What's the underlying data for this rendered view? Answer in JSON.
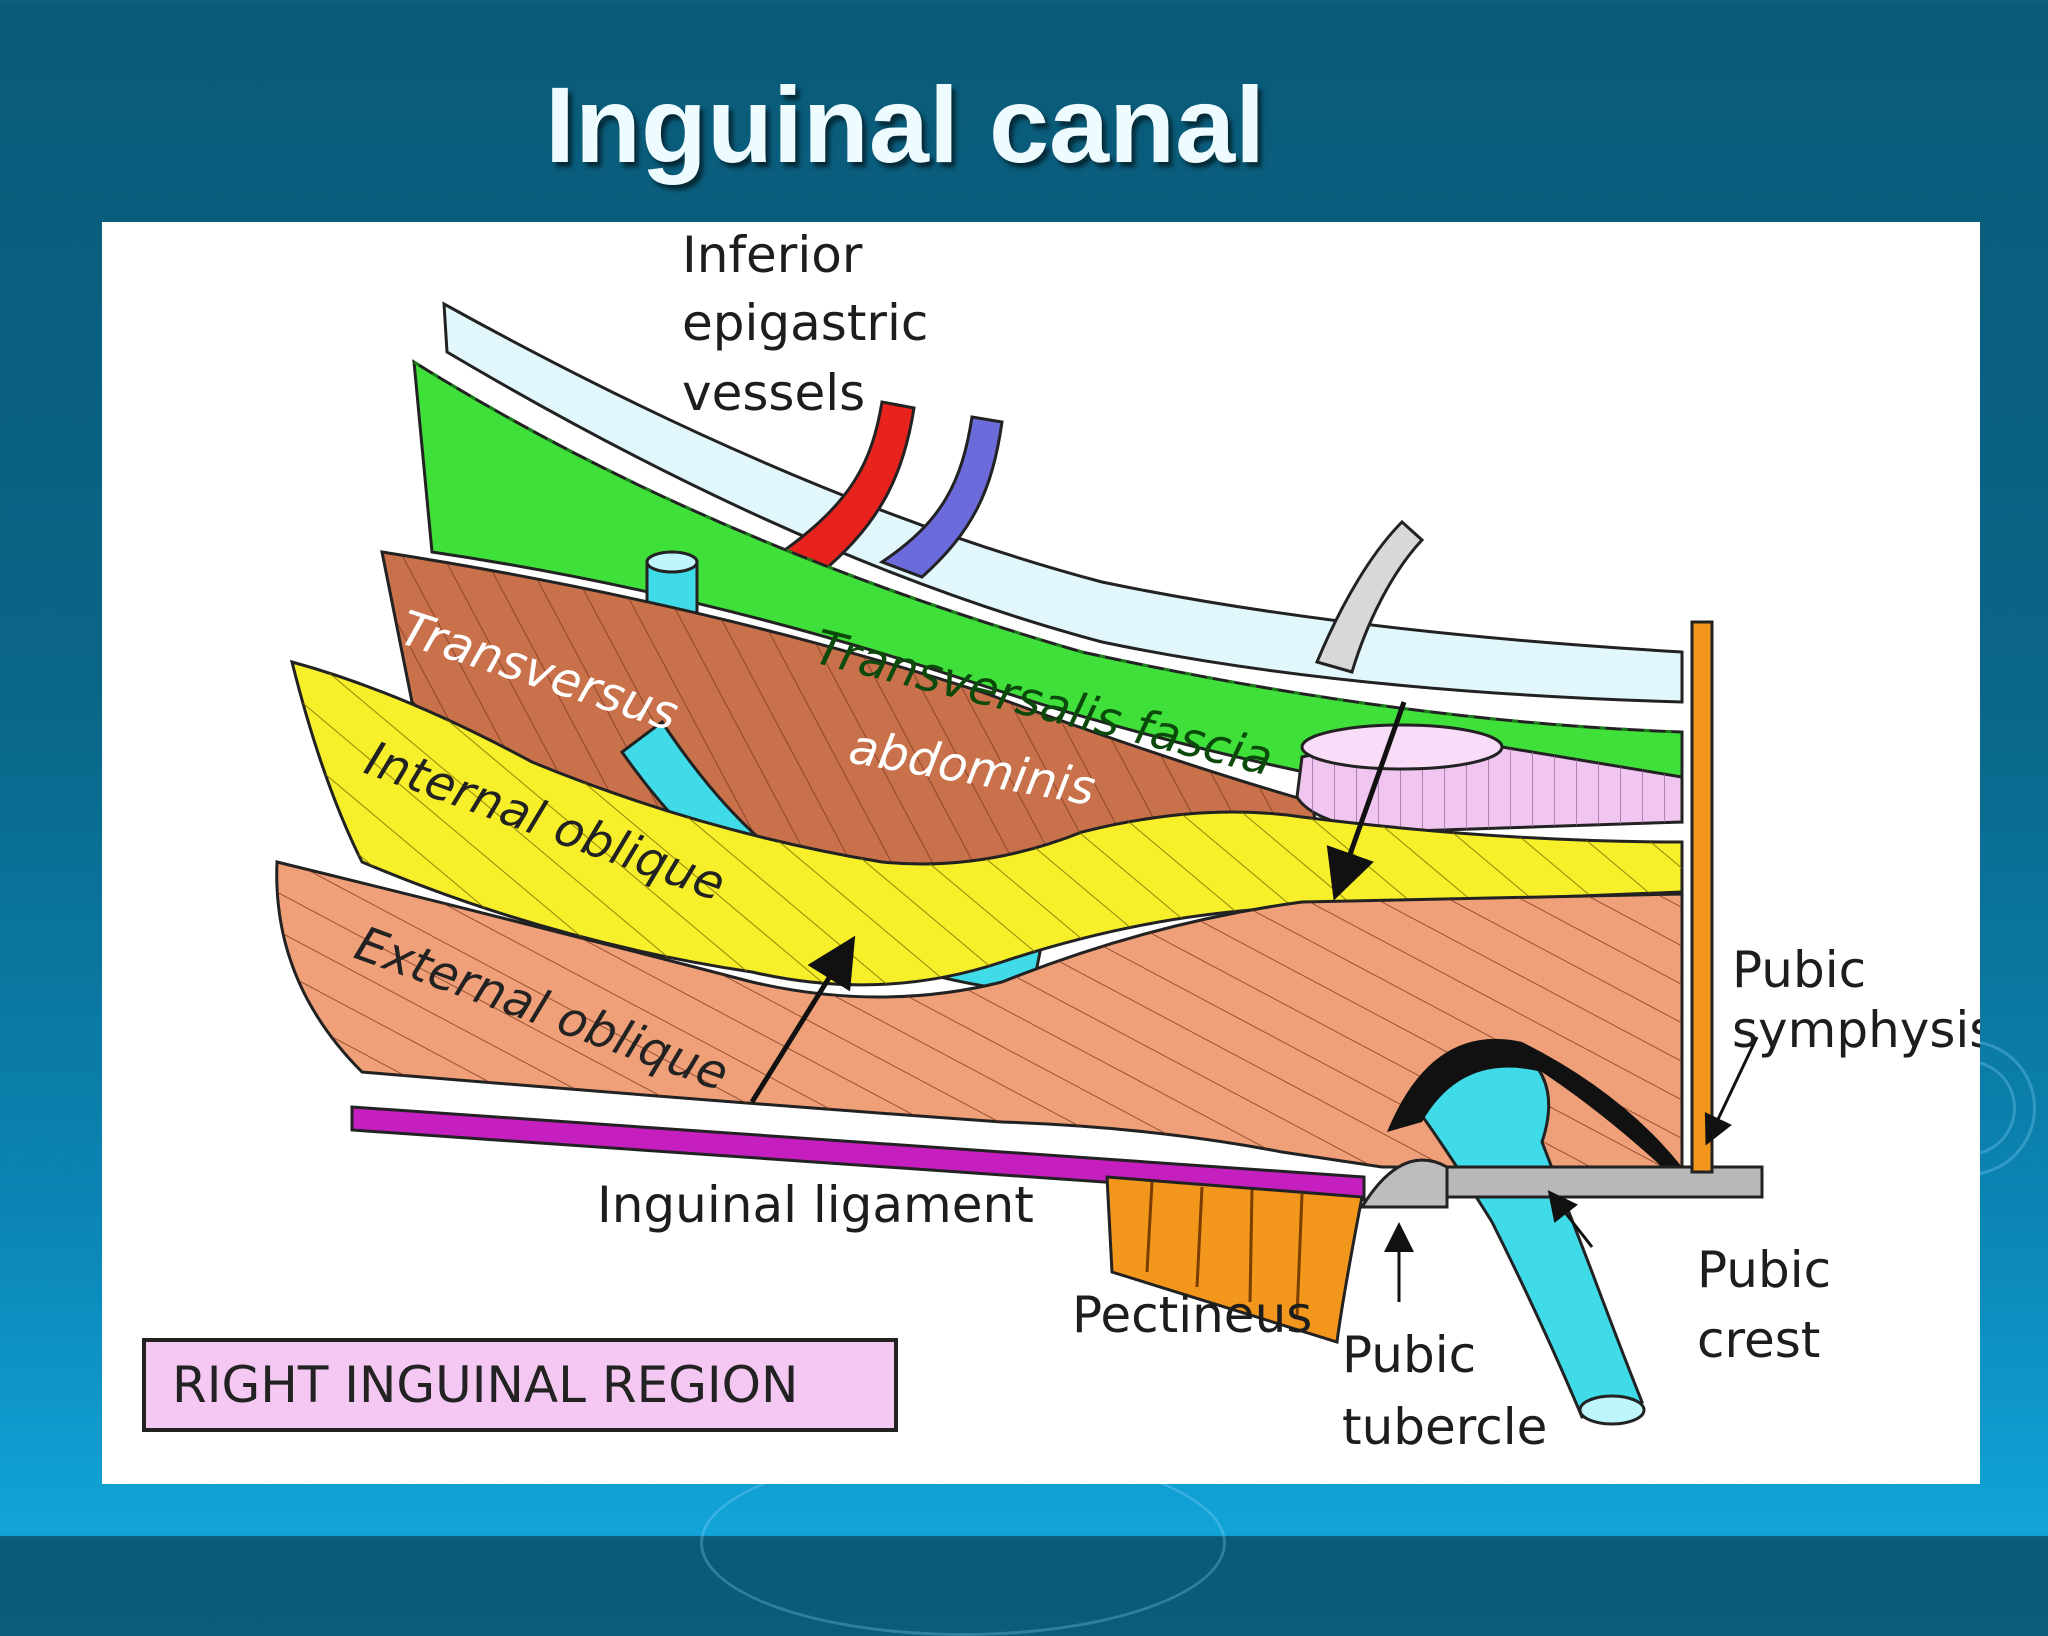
{
  "title": "Inguinal canal",
  "labels": {
    "inferior_epigastric_vessels": [
      "Inferior",
      "epigastric",
      "vessels"
    ],
    "transversalis_fascia": "Transversalis fascia",
    "transversus": "Transversus",
    "abdominis": "abdominis",
    "internal_oblique": "Internal oblique",
    "external_oblique": "External oblique",
    "inguinal_ligament": "Inguinal ligament",
    "pectineus": "Pectineus",
    "pubic_tubercle": [
      "Pubic",
      "tubercle"
    ],
    "pubic_crest": [
      "Pubic",
      "crest"
    ],
    "pubic_symphysis": [
      "Pubic",
      "symphysis"
    ],
    "region": "RIGHT INGUINAL REGION"
  },
  "colors": {
    "background": "#0a6688",
    "transversalis_fascia": "#3fe03a",
    "transversus_abdominis": "#c9714a",
    "internal_oblique": "#f6ef2a",
    "external_oblique": "#f0a079",
    "inguinal_ligament": "#c61fc0",
    "pectineus": "#f2961c",
    "spermatic_cord": "#3fdbe8",
    "artery": "#e8231e",
    "vein": "#6b6bdc",
    "region_box": "#f4c8f2"
  }
}
